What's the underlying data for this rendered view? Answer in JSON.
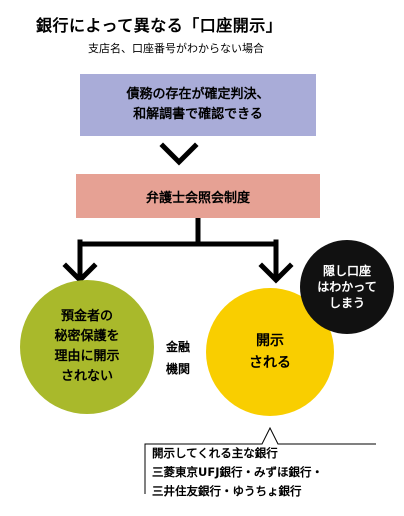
{
  "title": "銀行によって異なる「口座開示」",
  "subtitle": "支店名、口座番号がわからない場合",
  "box1": {
    "lines": [
      "債務の存在が確定判決、",
      "和解調書で確認できる"
    ]
  },
  "box2": {
    "label": "弁護士会照会制度"
  },
  "left_circle": {
    "lines": [
      "預金者の",
      "秘密保護を",
      "理由に開示",
      "されない"
    ]
  },
  "middle_label": {
    "lines": [
      "金融",
      "機関"
    ]
  },
  "right_circle": {
    "lines": [
      "開示",
      "される"
    ]
  },
  "black_circle": {
    "lines": [
      "隠し口座",
      "はわかって",
      "しまう"
    ]
  },
  "bank_note": {
    "lines": [
      "開示してくれる主な銀行",
      "三菱東京UFJ銀行・みずほ銀行・",
      "三井住友銀行・ゆうちょ銀行"
    ]
  },
  "colors": {
    "box1": "#a9acd8",
    "box2": "#e6a194",
    "left_circle": "#a9b92b",
    "right_circle": "#f9ce00",
    "black_circle": "#111111"
  }
}
